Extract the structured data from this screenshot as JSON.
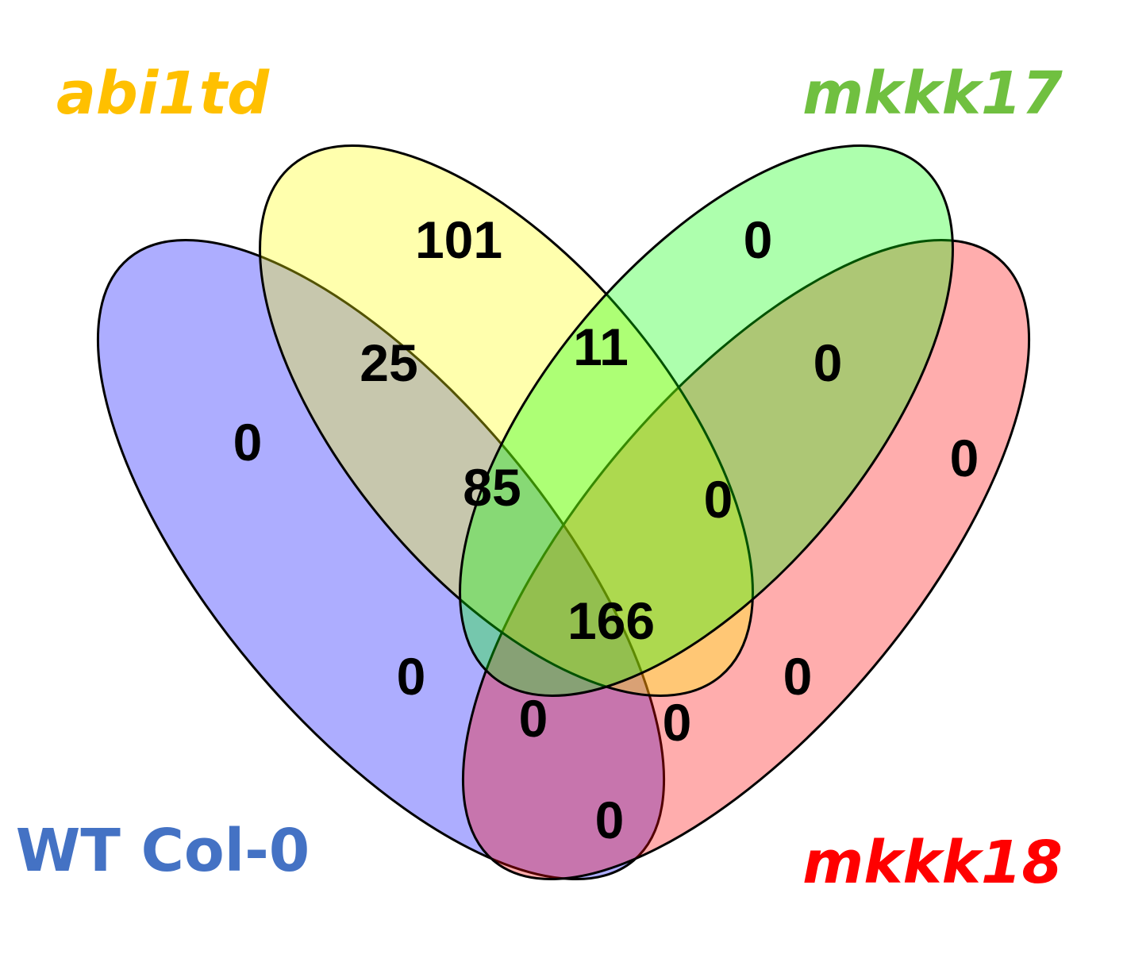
{
  "sets": [
    {
      "id": "wt",
      "label": "WT Col-0",
      "italic": false,
      "label_color": "#4472C4",
      "fill_color": "#0000FF"
    },
    {
      "id": "abi1td",
      "label": "abi1td",
      "italic": true,
      "label_color": "#FFC000",
      "fill_color": "#FFFF00"
    },
    {
      "id": "mkkk17",
      "label": "mkkk17",
      "italic": true,
      "label_color": "#70C040",
      "fill_color": "#00FF00"
    },
    {
      "id": "mkkk18",
      "label": "mkkk18",
      "italic": true,
      "label_color": "#FF0000",
      "fill_color": "#FF0000"
    }
  ],
  "regions": {
    "abi1td_only": "101",
    "mkkk17_only": "0",
    "wt_only": "0",
    "mkkk18_only": "0",
    "wt_abi1td": "25",
    "abi1td_mkkk17": "11",
    "mkkk17_mkkk18": "0",
    "wt_abi1td_mkkk17": "85",
    "abi1td_mkkk17_mkkk18": "0",
    "all_four": "166",
    "wt_mkkk17": "0",
    "abi1td_mkkk18": "0",
    "wt_mkkk17_mkkk18": "0",
    "wt_abi1td_mkkk18": "0",
    "wt_mkkk18": "0"
  }
}
